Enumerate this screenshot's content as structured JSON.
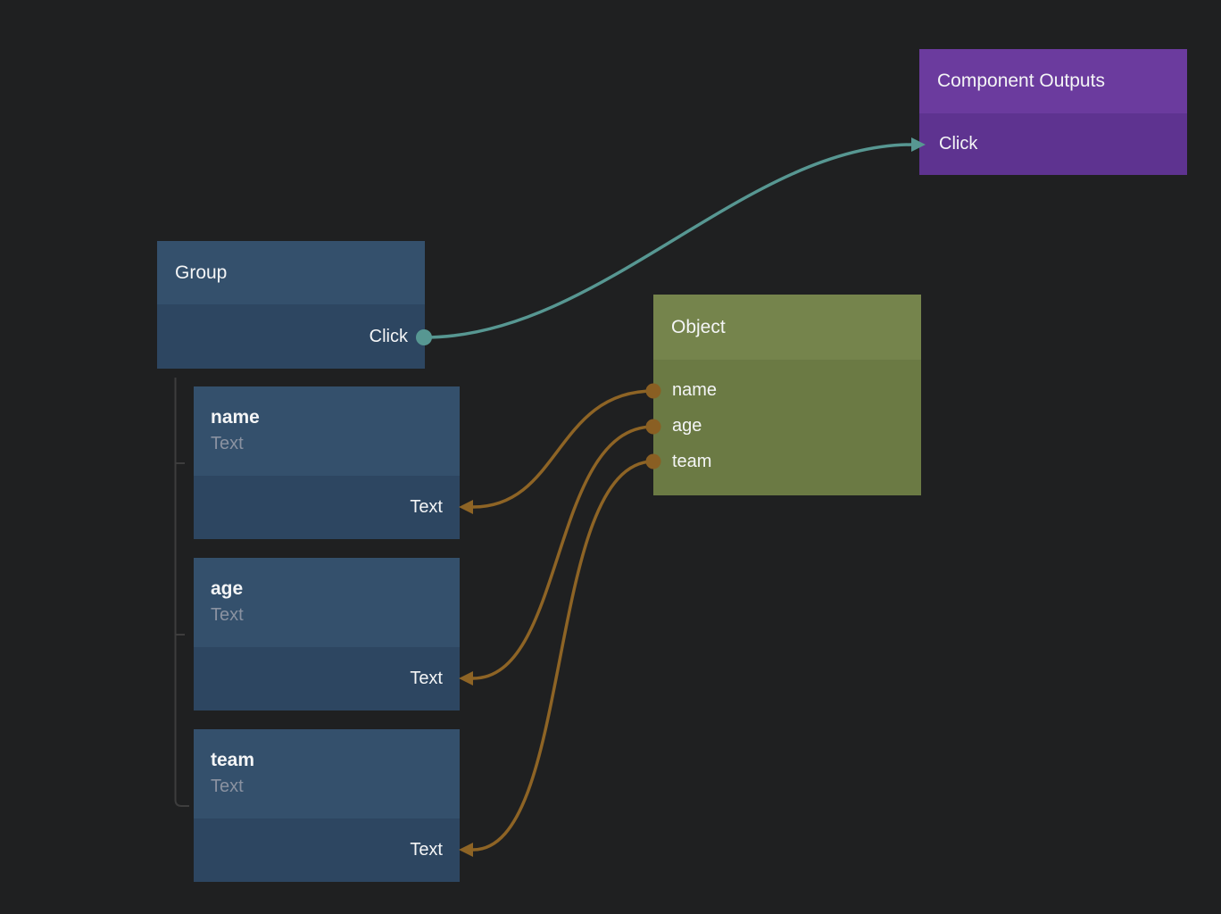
{
  "colors": {
    "bg": "#1f2021",
    "blue_header": "#34506c",
    "blue_body": "#2d4661",
    "olive_header": "#75844c",
    "olive_body": "#6b7a44",
    "purple_header": "#6b3b9e",
    "purple_body": "#5e3390",
    "teal": "#579792",
    "brown": "#8e6425",
    "brown_port": "#8a5f23",
    "treeline": "#3d3d3d",
    "subtitle": "#8a92a1",
    "text": "#f4f5f6"
  },
  "nodes": {
    "group": {
      "title": "Group",
      "output_label": "Click"
    },
    "component_outputs": {
      "title": "Component Outputs",
      "input_label": "Click"
    },
    "object": {
      "title": "Object",
      "ports": [
        "name",
        "age",
        "team"
      ]
    },
    "children": [
      {
        "title": "name",
        "subtitle": "Text",
        "input_label": "Text"
      },
      {
        "title": "age",
        "subtitle": "Text",
        "input_label": "Text"
      },
      {
        "title": "team",
        "subtitle": "Text",
        "input_label": "Text"
      }
    ]
  },
  "connections": [
    {
      "from": "Group.Click",
      "to": "Component Outputs.Click",
      "color": "teal"
    },
    {
      "from": "Object.name",
      "to": "name.Text",
      "color": "brown"
    },
    {
      "from": "Object.age",
      "to": "age.Text",
      "color": "brown"
    },
    {
      "from": "Object.team",
      "to": "team.Text",
      "color": "brown"
    }
  ]
}
